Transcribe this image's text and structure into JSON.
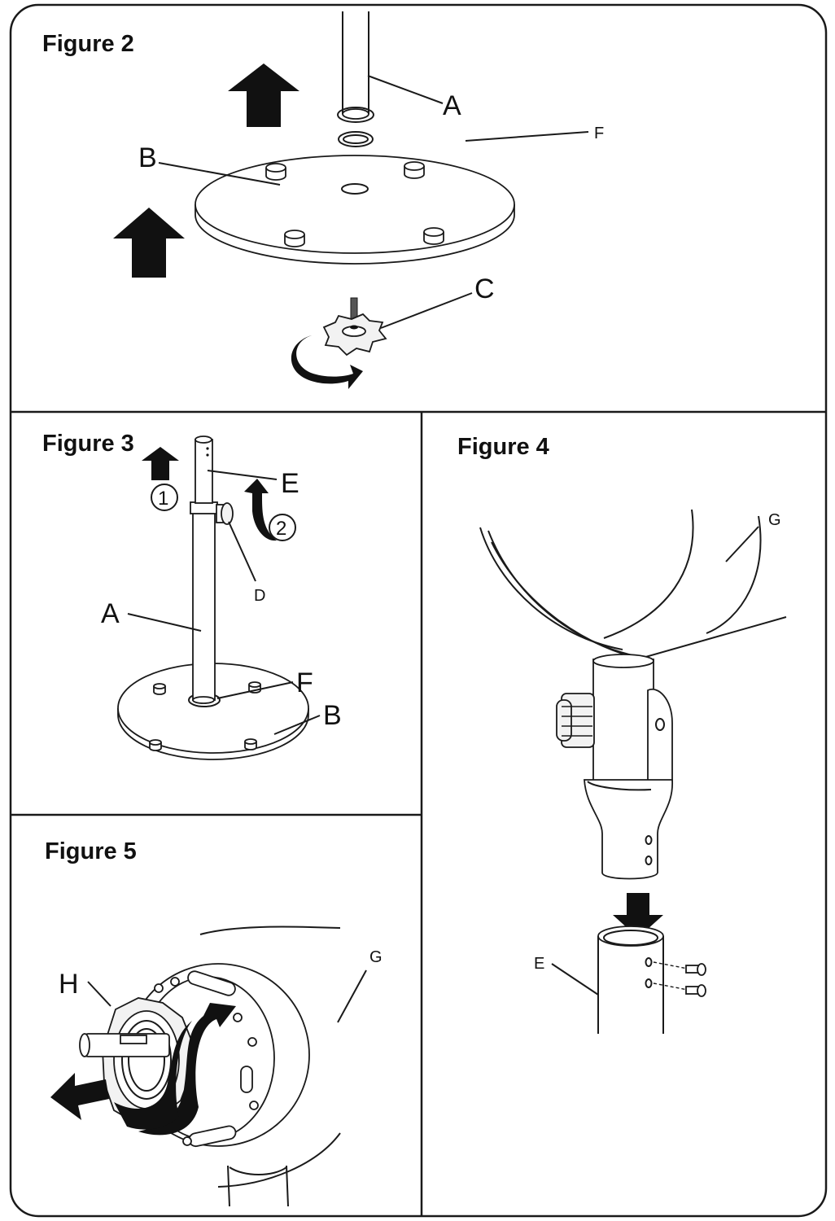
{
  "figures": [
    {
      "id": "figure-2",
      "title": "Figure 2",
      "callouts": {
        "a": "A",
        "b": "B",
        "c": "C",
        "f": "F"
      }
    },
    {
      "id": "figure-3",
      "title": "Figure 3",
      "callouts": {
        "a": "A",
        "b": "B",
        "d": "D",
        "e": "E",
        "f": "F"
      },
      "steps": [
        "1",
        "2"
      ]
    },
    {
      "id": "figure-4",
      "title": "Figure 4",
      "callouts": {
        "e": "E",
        "g": "G"
      }
    },
    {
      "id": "figure-5",
      "title": "Figure 5",
      "callouts": {
        "g": "G",
        "h": "H"
      }
    }
  ],
  "colors": {
    "ink": "#111111",
    "paper": "#ffffff",
    "frame": "#1a1a1a"
  },
  "icons": [
    "arrow-up-icon",
    "arrow-down-icon",
    "arrow-left-icon",
    "curved-arrow-icon"
  ]
}
